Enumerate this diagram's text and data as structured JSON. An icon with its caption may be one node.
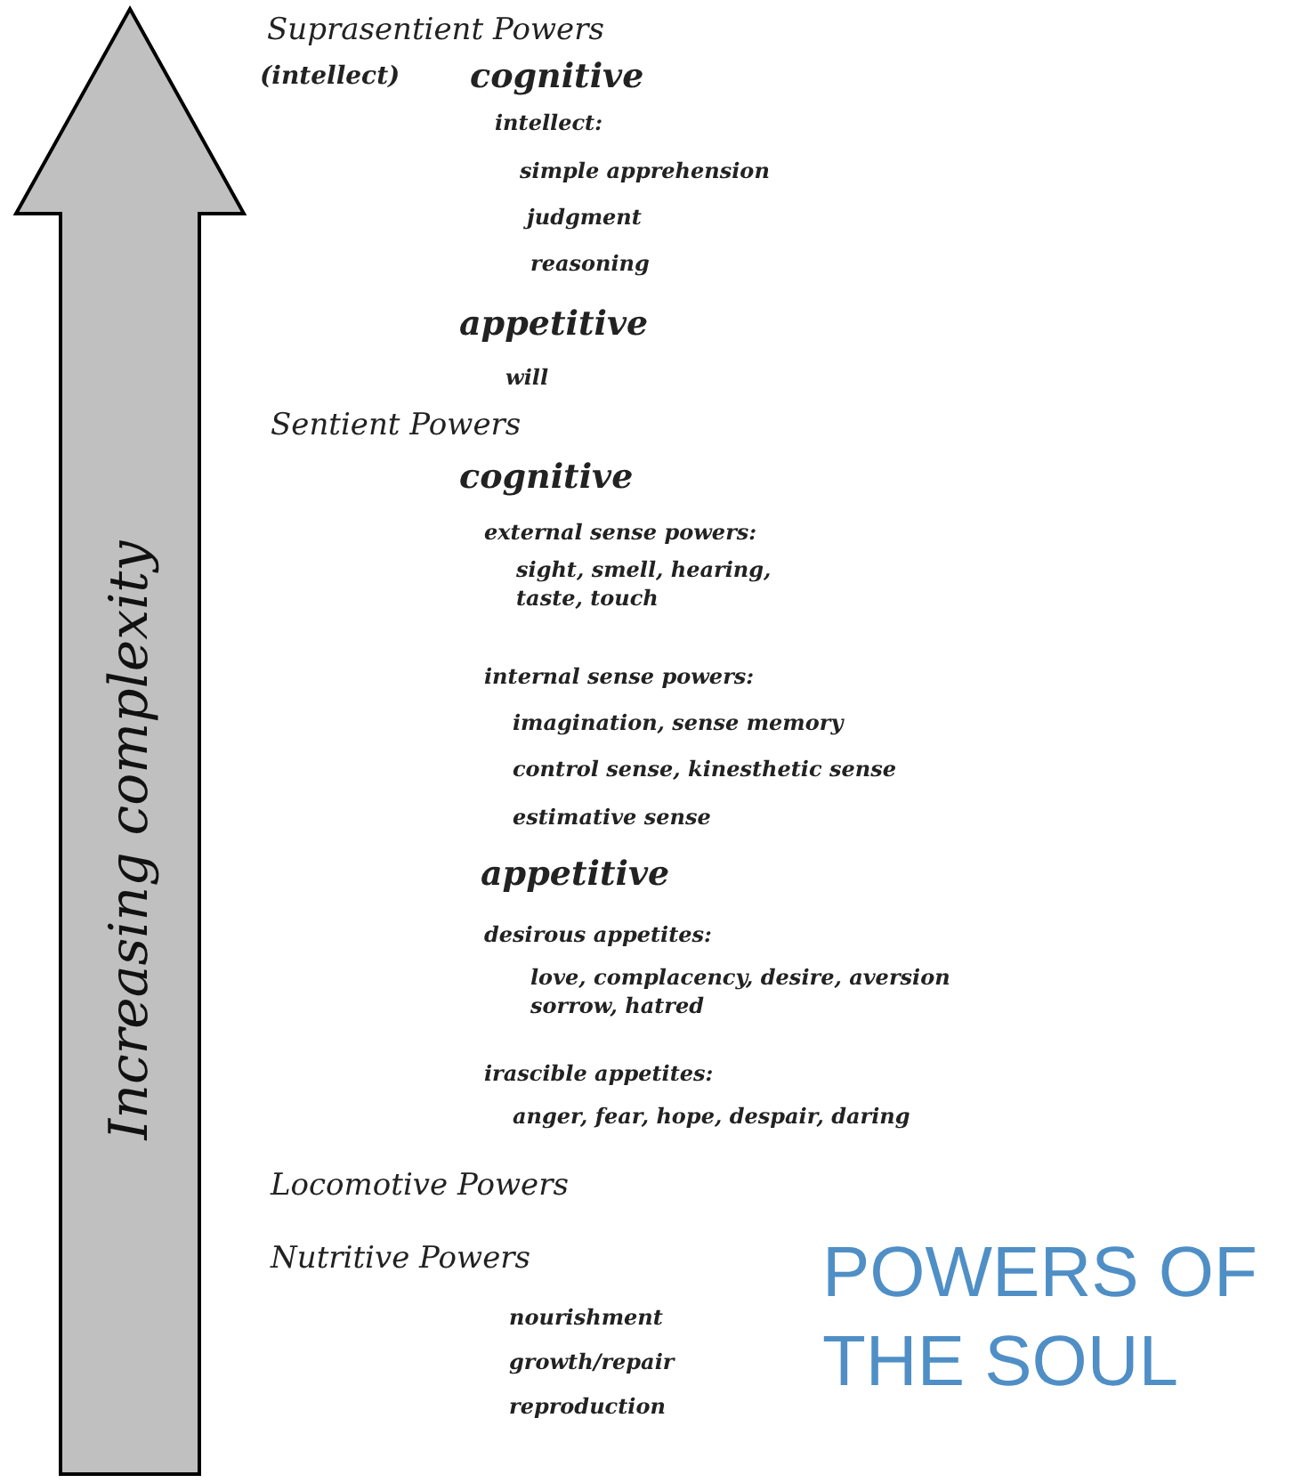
{
  "diagram": {
    "title": "POWERS OF THE SOUL",
    "nodes": [
      {
        "text": [
          "Increasing complexity"
        ]
      }
    ],
    "edges": [],
    "labels": [
      "Suprasentient Powers",
      "(intellect)",
      "cognitive",
      "intellect:",
      "simple apprehension",
      "judgment",
      "reasoning",
      "appetitive",
      "will",
      "Sentient Powers",
      "cognitive",
      "external sense powers:",
      "sight, smell, hearing, taste, touch",
      "internal sense powers:",
      "imagination, sense memory",
      "control sense, kinesthetic sense",
      "estimative sense",
      "appetitive",
      "desirous appetites:",
      "love, complacency, desire, aversion sorrow, hatred",
      "irascible appetites:",
      "anger, fear, hope, despair, daring",
      "Locomotive Powers",
      "Nutritive Powers",
      "nourishment",
      "growth/repair",
      "reproduction"
    ]
  }
}
